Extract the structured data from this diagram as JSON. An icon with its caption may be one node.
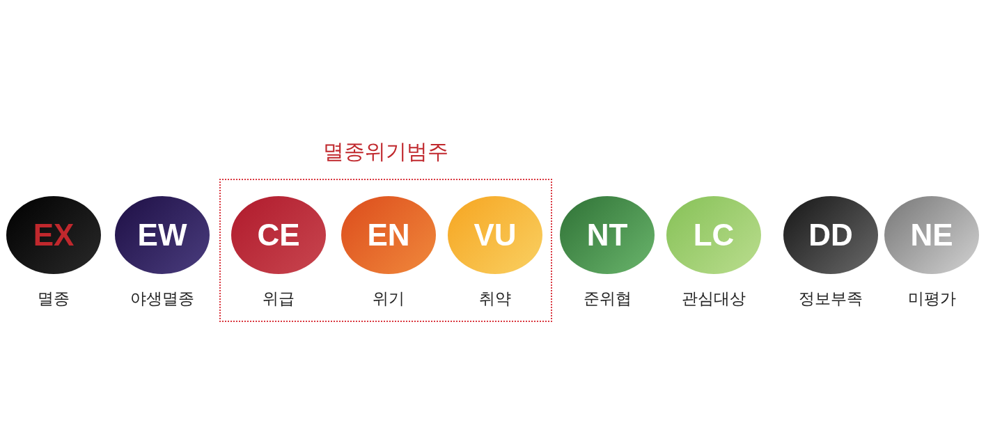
{
  "diagram": {
    "nodes": [
      {
        "text": [
          "EX"
        ],
        "beside": [
          "멸종"
        ]
      },
      {
        "text": [
          "EW"
        ],
        "beside": [
          "야생멸종"
        ]
      },
      {
        "text": [
          "멸종위기범주"
        ]
      },
      {
        "text": [
          "CE"
        ],
        "beside": [
          "위급"
        ],
        "in": 2
      },
      {
        "text": [
          "EN"
        ],
        "beside": [
          "위기"
        ],
        "in": 2
      },
      {
        "text": [
          "VU"
        ],
        "beside": [
          "취약"
        ],
        "in": 2
      },
      {
        "text": [
          "NT"
        ],
        "beside": [
          "준위협"
        ]
      },
      {
        "text": [
          "LC"
        ],
        "beside": [
          "관심대상"
        ]
      },
      {
        "text": [
          "DD"
        ],
        "beside": [
          "정보부족"
        ]
      },
      {
        "text": [
          "NE"
        ],
        "beside": [
          "미평가"
        ]
      }
    ]
  }
}
